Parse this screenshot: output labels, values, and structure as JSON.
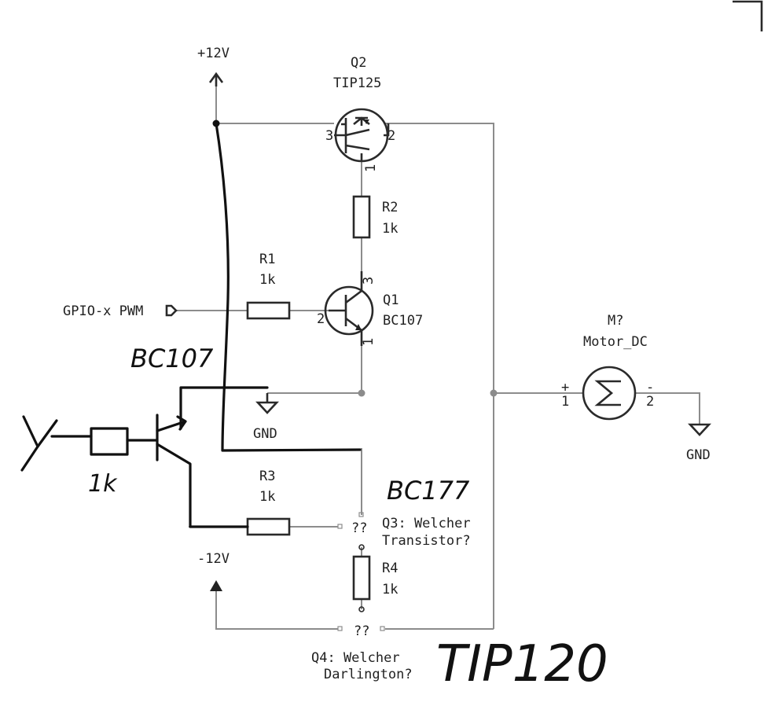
{
  "power": {
    "vcc_label": "+12V",
    "vee_label": "-12V",
    "gnd_label_1": "GND",
    "gnd_label_2": "GND"
  },
  "input": {
    "label": "GPIO-x PWM"
  },
  "components": {
    "q2": {
      "ref": "Q2",
      "value": "TIP125",
      "pin_left": "3",
      "pin_right": "2",
      "pin_bottom": "1"
    },
    "r2": {
      "ref": "R2",
      "value": "1k"
    },
    "r1": {
      "ref": "R1",
      "value": "1k"
    },
    "q1": {
      "ref": "Q1",
      "value": "BC107",
      "pin_base": "2",
      "pin_top": "3",
      "pin_bottom": "1"
    },
    "motor": {
      "ref": "M?",
      "value": "Motor_DC",
      "pin_left": "1",
      "pin_right": "2",
      "sign_plus": "+",
      "sign_minus": "-"
    },
    "r3": {
      "ref": "R3",
      "value": "1k"
    },
    "q3": {
      "mark": "??",
      "question": "Q3: Welcher",
      "question_2": "Transistor?"
    },
    "r4": {
      "ref": "R4",
      "value": "1k"
    },
    "q4": {
      "mark": "??",
      "question": "Q4: Welcher",
      "question_2": "Darlington?"
    }
  },
  "handwritten": {
    "bc107": "BC107",
    "bc177": "BC177",
    "resistor_value": "1k",
    "tip120": "TIP120"
  },
  "colors": {
    "wire": "#8c8c8c",
    "component": "#2a2a2a",
    "ink": "#111111"
  }
}
